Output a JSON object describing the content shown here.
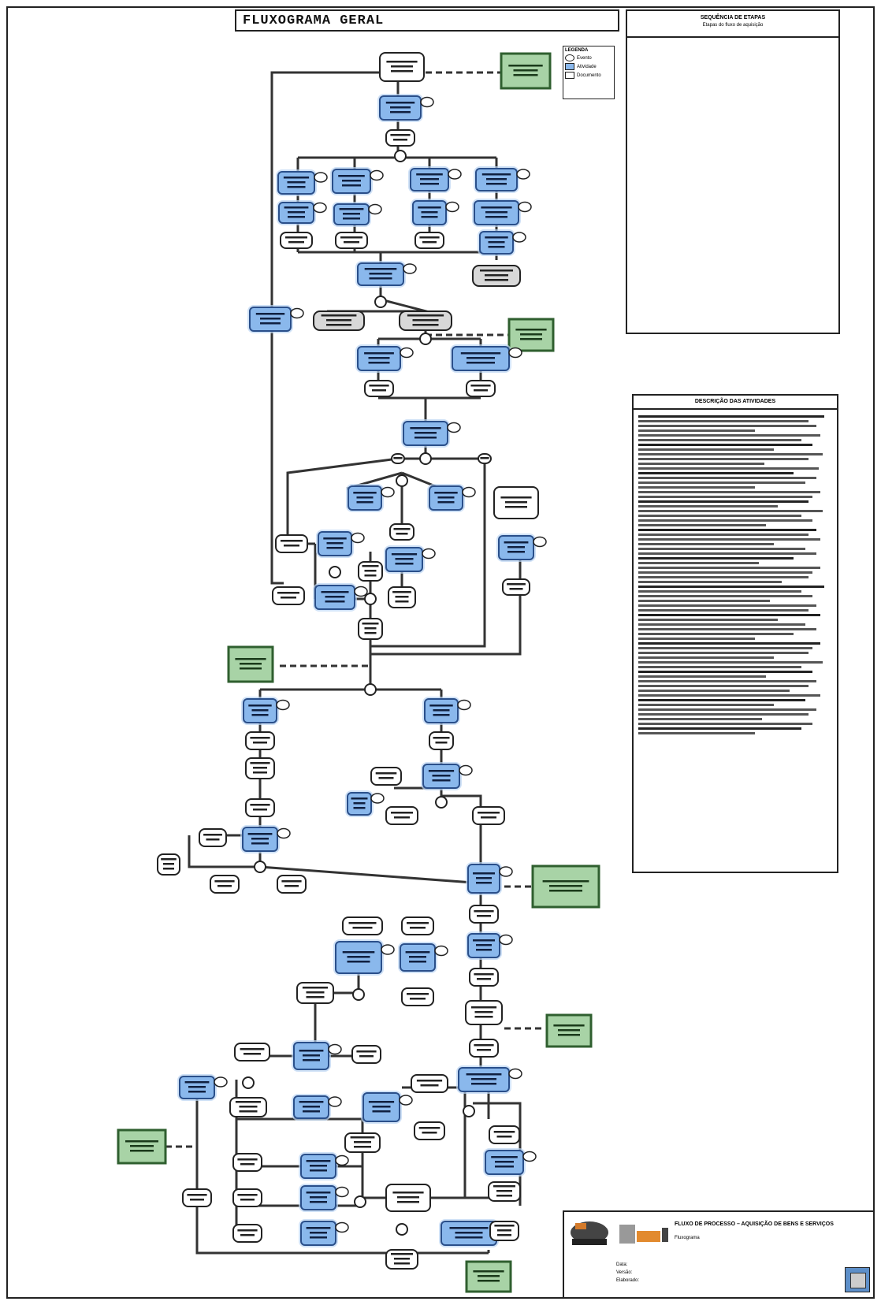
{
  "header": {
    "title": "FLUXOGRAMA GERAL"
  },
  "legend": {
    "title": "LEGENDA",
    "items": [
      "Evento",
      "Atividade",
      "Documento"
    ]
  },
  "stages_panel": {
    "title": "SEQUÊNCIA DE ETAPAS",
    "subtitle": "Etapas do fluxo de aquisição"
  },
  "desc_panel": {
    "title": "DESCRIÇÃO DAS ATIVIDADES"
  },
  "title_block": {
    "title": "FLUXO DE PROCESSO – AQUISIÇÃO DE BENS E SERVIÇOS",
    "subtitle": "Fluxograma",
    "rows": [
      "Data:",
      "Versão:",
      "Elaborado:"
    ]
  },
  "colors": {
    "activity": "#8ab8ec",
    "activity_border": "#2a4f8a",
    "document": "#ffffff",
    "gray": "#d8d8d8",
    "green": "#a8d3a6",
    "green_border": "#2f5f2f"
  },
  "icons": {
    "legend": "legend-icon",
    "logo": "company-logo"
  }
}
